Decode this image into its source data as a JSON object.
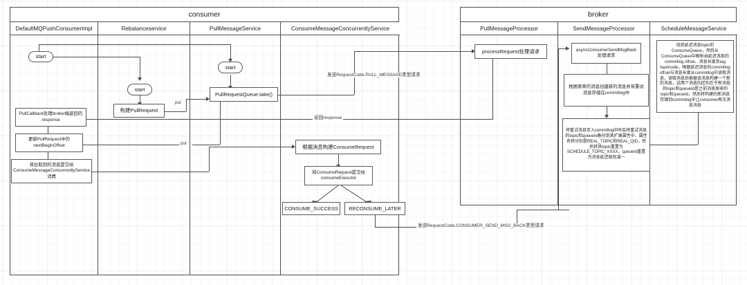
{
  "diagram": {
    "title_consumer": "consumer",
    "title_broker": "broker",
    "consumer_lanes": [
      "DefaultMQPushConsumerImpl",
      "Rebalanceservice",
      "PullMessageService",
      "ConsumeMessageConcurrentlyService"
    ],
    "broker_lanes": [
      "PullMessageProcessor",
      "SendMessageProcessor",
      "ScheduleMessageService"
    ],
    "nodes": {
      "start_consumer": "start",
      "start_rebalance": "start",
      "start_pullmsg": "start",
      "build_pullrequest": "构建PullRequest",
      "pullrequest_queue_take": "PullRequestQueue.take()",
      "pull_callback": "PullCallback处理broker端返回的response",
      "update_offset": "更新PullRequest中的nextBeginOffset",
      "submit_to_service": "将拉取到的消息提交给ConsumeMessageConcurrentlyService消费",
      "build_consume_request": "根据消息构建ConsumeRequest",
      "submit_executor": "将ConsumeRequest提交给consumeExecutor",
      "consume_success": "CONSUME_SUCCESS",
      "reconsume_later": "RECONSUME_LATER",
      "process_request": "processRequest处理请求",
      "async_send_msg_back": "asyncConsumerSendMsgBack处理请求",
      "create_new_msg": "根据原来的消息创建新的消息并将重试消息存储在commitlog中",
      "backup_topic_qid": "将重试消息存入commitlog中时会将重试消息的topic和queueId备份到其扩展属性中，属性名称分别是REAL_TOPIC和REAL_QID，然后将其topic重置为SCHEDULE_TOPIC_XXXX，queueId重置为消息延迟级别减一",
      "schedule_detail": "找到延迟消息topic的ConsumeQueue，然后从ConsumeQueue中解析出延迟消息的commitlog offset、消息长度及tag hashcode，根据延迟消息的commitlog offset与消息长度从commitlog中读取消息，读取消息后根据该消息构建一个新的消息，这两个消息的区别在于新消息的topic和queueId是之前消息原来的topic和queueId，然后将构建的新消息存储到commitlog中让consumer再次消息消息"
    },
    "edge_labels": {
      "put_top": "put",
      "put_mid": "put",
      "pull_message_request": "发送RequestCode.PULL_MESSAGE类型请求",
      "return_response": "返回response",
      "send_msg_back_request": "发送RequestCode.CONSUMER_SEND_MSG_BACK类型请求"
    },
    "colors": {
      "border": "#4d4d4d",
      "node_border": "#595959",
      "text": "#1a1a1a",
      "grid_major": "#eceff1",
      "grid_minor": "#f5f7f8",
      "background": "#ffffff"
    }
  }
}
